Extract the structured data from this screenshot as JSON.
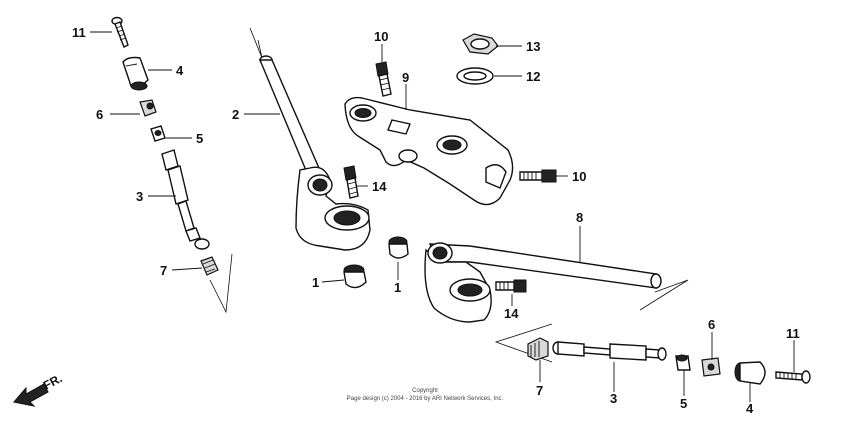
{
  "callouts": [
    {
      "id": "c11a",
      "label": "11"
    },
    {
      "id": "c4a",
      "label": "4"
    },
    {
      "id": "c6a",
      "label": "6"
    },
    {
      "id": "c5a",
      "label": "5"
    },
    {
      "id": "c3a",
      "label": "3"
    },
    {
      "id": "c7a",
      "label": "7"
    },
    {
      "id": "c2",
      "label": "2"
    },
    {
      "id": "c10a",
      "label": "10"
    },
    {
      "id": "c9",
      "label": "9"
    },
    {
      "id": "c13",
      "label": "13"
    },
    {
      "id": "c12",
      "label": "12"
    },
    {
      "id": "c14a",
      "label": "14"
    },
    {
      "id": "c10b",
      "label": "10"
    },
    {
      "id": "c1a",
      "label": "1"
    },
    {
      "id": "c1b",
      "label": "1"
    },
    {
      "id": "c8",
      "label": "8"
    },
    {
      "id": "c14b",
      "label": "14"
    },
    {
      "id": "c6b",
      "label": "6"
    },
    {
      "id": "c11b",
      "label": "11"
    },
    {
      "id": "c7b",
      "label": "7"
    },
    {
      "id": "c3b",
      "label": "3"
    },
    {
      "id": "c5b",
      "label": "5"
    },
    {
      "id": "c4b",
      "label": "4"
    }
  ],
  "copyright": {
    "line1": "Copyright",
    "line2": "Page design (c) 2004 - 2016 by ARI Network Services, Inc."
  },
  "direction": {
    "label": "FR."
  },
  "colors": {
    "ink": "#111111",
    "background": "#ffffff"
  }
}
